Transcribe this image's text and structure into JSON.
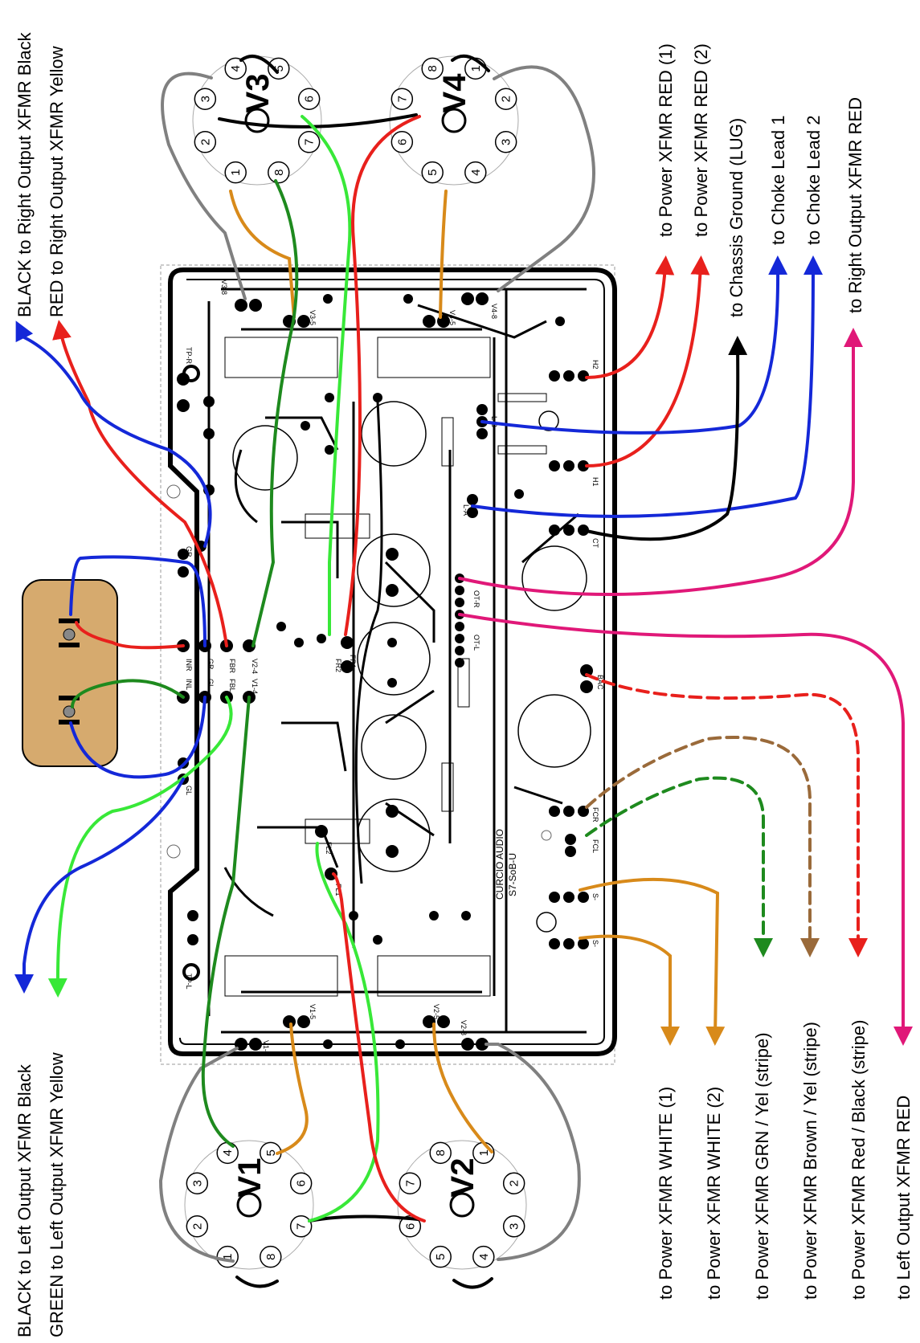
{
  "left_labels": [
    "BLACK to Right Output XFMR Black",
    "RED to Right Output XFMR Yellow",
    "BLACK to Left Output XFMR Black",
    "GREEN to Left Output XFMR Yellow"
  ],
  "right_labels": [
    "to Power XFMR RED (1)",
    "to Power XFMR RED (2)",
    "to Chassis Ground (LUG)",
    "to Choke Lead 1",
    "to Choke Lead 2",
    "to Right Output XFMR RED",
    "to Power XFMR WHITE (1)",
    "to Power XFMR WHITE (2)",
    "to Power XFMR GRN / Yel (stripe)",
    "to Power XFMR Brown / Yel (stripe)",
    "to Power XFMR Red / Black (stripe)",
    "to Left Output XFMR RED"
  ],
  "tubes": [
    "V3",
    "V4",
    "V1",
    "V2"
  ],
  "pins": [
    "1",
    "2",
    "3",
    "4",
    "5",
    "6",
    "7",
    "8"
  ],
  "board": {
    "brand": "CURCIO AUDIO",
    "model": "S7-SoB-U"
  },
  "pad_labels": {
    "inr": "INR",
    "gr": "GR",
    "fbr": "FBR",
    "v2_4": "V2-4",
    "inl": "INL",
    "gl": "GL",
    "fbl": "FBL",
    "v1_4": "V1-4",
    "gr_top": "GR",
    "gl_bot": "GL",
    "fr1": "FR1",
    "fr2": "FR2",
    "fl1": "FL1",
    "fl2": "FL2",
    "la": "L-A",
    "lb": "L-B",
    "h1": "H1",
    "h2": "H2",
    "ct": "CT",
    "otr": "OT-R",
    "otl": "OT-L",
    "bac": "BAC",
    "fcr": "FCR",
    "fcl": "FCL",
    "s1": "S-",
    "s2": "S-",
    "v3_8": "V3-8",
    "v4_8": "V4-8",
    "v1_8": "V1-8",
    "v2_8": "V2-8",
    "v3_5": "V3-5",
    "v4_5": "V4-5",
    "v1_5": "V1-5",
    "v2_5": "V2-5",
    "tpr": "TP-R",
    "tpl": "TP-L"
  },
  "colors": {
    "red": "#e8201c",
    "blue": "#1428d8",
    "green_dark": "#1e8a1e",
    "green_light": "#38e838",
    "gray": "#808080",
    "orange": "#d88a1a",
    "brown": "#9a6a3a",
    "pink": "#e01878",
    "trace": "#000000",
    "pot_body": "#d6aa6e"
  }
}
